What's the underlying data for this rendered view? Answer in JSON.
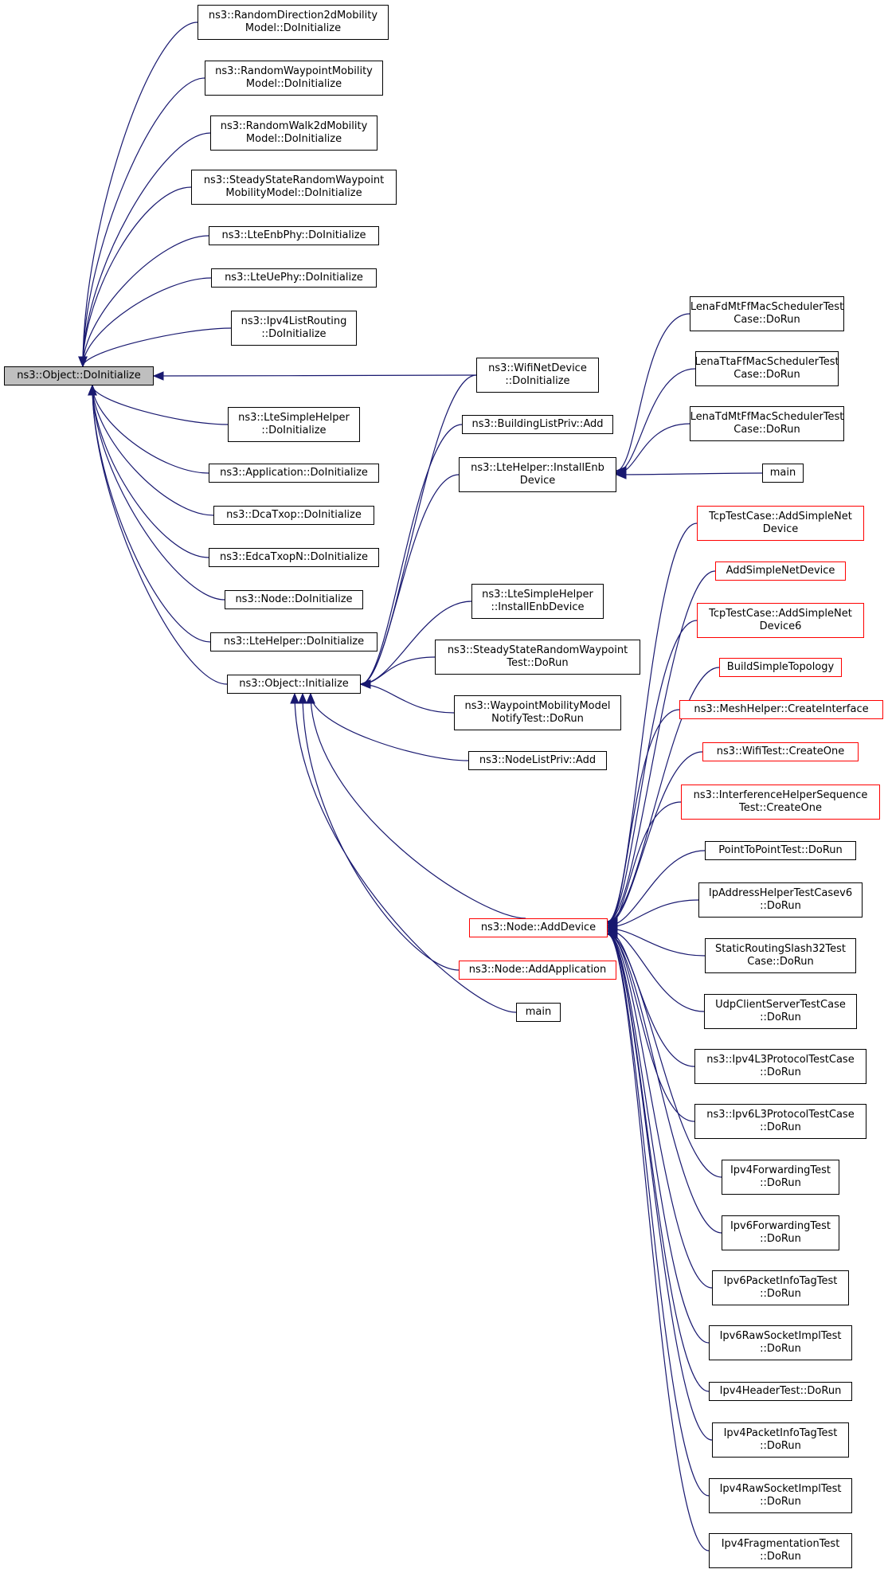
{
  "colors": {
    "edge": "#191970",
    "border": "#000000",
    "truncated_border": "#ff0000",
    "root_fill": "#bfbfbf",
    "background": "#ffffff"
  },
  "nodes": [
    {
      "id": "root",
      "lines": [
        "ns3::Object::DoInitialize"
      ],
      "style": "root"
    },
    {
      "id": "rd2d",
      "lines": [
        "ns3::RandomDirection2dMobility",
        "Model::DoInitialize"
      ]
    },
    {
      "id": "rwp",
      "lines": [
        "ns3::RandomWaypointMobility",
        "Model::DoInitialize"
      ]
    },
    {
      "id": "rw2d",
      "lines": [
        "ns3::RandomWalk2dMobility",
        "Model::DoInitialize"
      ]
    },
    {
      "id": "ssrwp",
      "lines": [
        "ns3::SteadyStateRandomWaypoint",
        "MobilityModel::DoInitialize"
      ]
    },
    {
      "id": "lteenbphy",
      "lines": [
        "ns3::LteEnbPhy::DoInitialize"
      ]
    },
    {
      "id": "lteuephy",
      "lines": [
        "ns3::LteUePhy::DoInitialize"
      ]
    },
    {
      "id": "ipv4lr",
      "lines": [
        "ns3::Ipv4ListRouting",
        "::DoInitialize"
      ]
    },
    {
      "id": "ltesh",
      "lines": [
        "ns3::LteSimpleHelper",
        "::DoInitialize"
      ]
    },
    {
      "id": "app",
      "lines": [
        "ns3::Application::DoInitialize"
      ]
    },
    {
      "id": "dca",
      "lines": [
        "ns3::DcaTxop::DoInitialize"
      ]
    },
    {
      "id": "edca",
      "lines": [
        "ns3::EdcaTxopN::DoInitialize"
      ]
    },
    {
      "id": "nodedi",
      "lines": [
        "ns3::Node::DoInitialize"
      ]
    },
    {
      "id": "ltehdi",
      "lines": [
        "ns3::LteHelper::DoInitialize"
      ]
    },
    {
      "id": "objinit",
      "lines": [
        "ns3::Object::Initialize"
      ]
    },
    {
      "id": "wifind",
      "lines": [
        "ns3::WifiNetDevice",
        "::DoInitialize"
      ]
    },
    {
      "id": "blp",
      "lines": [
        "ns3::BuildingListPriv::Add"
      ]
    },
    {
      "id": "lteinst",
      "lines": [
        "ns3::LteHelper::InstallEnb",
        "Device"
      ]
    },
    {
      "id": "ltesinst",
      "lines": [
        "ns3::LteSimpleHelper",
        "::InstallEnbDevice"
      ]
    },
    {
      "id": "ssrwpt",
      "lines": [
        "ns3::SteadyStateRandomWaypoint",
        "Test::DoRun"
      ]
    },
    {
      "id": "wmmn",
      "lines": [
        "ns3::WaypointMobilityModel",
        "NotifyTest::DoRun"
      ]
    },
    {
      "id": "nlp",
      "lines": [
        "ns3::NodeListPriv::Add"
      ]
    },
    {
      "id": "adddev",
      "lines": [
        "ns3::Node::AddDevice"
      ],
      "style": "red"
    },
    {
      "id": "addapp",
      "lines": [
        "ns3::Node::AddApplication"
      ],
      "style": "red"
    },
    {
      "id": "main1",
      "lines": [
        "main"
      ]
    },
    {
      "id": "lenafd",
      "lines": [
        "LenaFdMtFfMacSchedulerTest",
        "Case::DoRun"
      ]
    },
    {
      "id": "lenatta",
      "lines": [
        "LenaTtaFfMacSchedulerTest",
        "Case::DoRun"
      ]
    },
    {
      "id": "lenatd",
      "lines": [
        "LenaTdMtFfMacSchedulerTest",
        "Case::DoRun"
      ]
    },
    {
      "id": "main2",
      "lines": [
        "main"
      ]
    },
    {
      "id": "tcpadd",
      "lines": [
        "TcpTestCase::AddSimpleNet",
        "Device"
      ],
      "style": "red"
    },
    {
      "id": "addsnd",
      "lines": [
        "AddSimpleNetDevice"
      ],
      "style": "red"
    },
    {
      "id": "tcpadd6",
      "lines": [
        "TcpTestCase::AddSimpleNet",
        "Device6"
      ],
      "style": "red"
    },
    {
      "id": "bst",
      "lines": [
        "BuildSimpleTopology"
      ],
      "style": "red"
    },
    {
      "id": "mesh",
      "lines": [
        "ns3::MeshHelper::CreateInterface"
      ],
      "style": "red"
    },
    {
      "id": "wifitest",
      "lines": [
        "ns3::WifiTest::CreateOne"
      ],
      "style": "red"
    },
    {
      "id": "ihs",
      "lines": [
        "ns3::InterferenceHelperSequence",
        "Test::CreateOne"
      ],
      "style": "red"
    },
    {
      "id": "p2p",
      "lines": [
        "PointToPointTest::DoRun"
      ]
    },
    {
      "id": "ipah6",
      "lines": [
        "IpAddressHelperTestCasev6",
        "::DoRun"
      ]
    },
    {
      "id": "srs32",
      "lines": [
        "StaticRoutingSlash32Test",
        "Case::DoRun"
      ]
    },
    {
      "id": "udpcs",
      "lines": [
        "UdpClientServerTestCase",
        "::DoRun"
      ]
    },
    {
      "id": "ipv4l3",
      "lines": [
        "ns3::Ipv4L3ProtocolTestCase",
        "::DoRun"
      ]
    },
    {
      "id": "ipv6l3",
      "lines": [
        "ns3::Ipv6L3ProtocolTestCase",
        "::DoRun"
      ]
    },
    {
      "id": "ipv4fwd",
      "lines": [
        "Ipv4ForwardingTest",
        "::DoRun"
      ]
    },
    {
      "id": "ipv6fwd",
      "lines": [
        "Ipv6ForwardingTest",
        "::DoRun"
      ]
    },
    {
      "id": "ipv6pit",
      "lines": [
        "Ipv6PacketInfoTagTest",
        "::DoRun"
      ]
    },
    {
      "id": "ipv6raw",
      "lines": [
        "Ipv6RawSocketImplTest",
        "::DoRun"
      ]
    },
    {
      "id": "ipv4hdr",
      "lines": [
        "Ipv4HeaderTest::DoRun"
      ]
    },
    {
      "id": "ipv4pit",
      "lines": [
        "Ipv4PacketInfoTagTest",
        "::DoRun"
      ]
    },
    {
      "id": "ipv4raw",
      "lines": [
        "Ipv4RawSocketImplTest",
        "::DoRun"
      ]
    },
    {
      "id": "ipv4frag",
      "lines": [
        "Ipv4FragmentationTest",
        "::DoRun"
      ]
    }
  ],
  "edges": [
    {
      "from": "rd2d",
      "to": "root"
    },
    {
      "from": "rwp",
      "to": "root"
    },
    {
      "from": "rw2d",
      "to": "root"
    },
    {
      "from": "ssrwp",
      "to": "root"
    },
    {
      "from": "lteenbphy",
      "to": "root"
    },
    {
      "from": "lteuephy",
      "to": "root"
    },
    {
      "from": "ipv4lr",
      "to": "root"
    },
    {
      "from": "wifind",
      "to": "root"
    },
    {
      "from": "ltesh",
      "to": "root"
    },
    {
      "from": "app",
      "to": "root"
    },
    {
      "from": "dca",
      "to": "root"
    },
    {
      "from": "edca",
      "to": "root"
    },
    {
      "from": "nodedi",
      "to": "root"
    },
    {
      "from": "ltehdi",
      "to": "root"
    },
    {
      "from": "objinit",
      "to": "root"
    },
    {
      "from": "wifind",
      "to": "objinit"
    },
    {
      "from": "blp",
      "to": "objinit"
    },
    {
      "from": "lteinst",
      "to": "objinit"
    },
    {
      "from": "ltesinst",
      "to": "objinit"
    },
    {
      "from": "ssrwpt",
      "to": "objinit"
    },
    {
      "from": "wmmn",
      "to": "objinit"
    },
    {
      "from": "nlp",
      "to": "objinit"
    },
    {
      "from": "adddev",
      "to": "objinit"
    },
    {
      "from": "addapp",
      "to": "objinit"
    },
    {
      "from": "main1",
      "to": "objinit"
    },
    {
      "from": "lenafd",
      "to": "lteinst"
    },
    {
      "from": "lenatta",
      "to": "lteinst"
    },
    {
      "from": "lenatd",
      "to": "lteinst"
    },
    {
      "from": "main2",
      "to": "lteinst"
    },
    {
      "from": "tcpadd",
      "to": "adddev"
    },
    {
      "from": "addsnd",
      "to": "adddev"
    },
    {
      "from": "tcpadd6",
      "to": "adddev"
    },
    {
      "from": "bst",
      "to": "adddev"
    },
    {
      "from": "mesh",
      "to": "adddev"
    },
    {
      "from": "wifitest",
      "to": "adddev"
    },
    {
      "from": "ihs",
      "to": "adddev"
    },
    {
      "from": "p2p",
      "to": "adddev"
    },
    {
      "from": "ipah6",
      "to": "adddev"
    },
    {
      "from": "srs32",
      "to": "adddev"
    },
    {
      "from": "udpcs",
      "to": "adddev"
    },
    {
      "from": "ipv4l3",
      "to": "adddev"
    },
    {
      "from": "ipv6l3",
      "to": "adddev"
    },
    {
      "from": "ipv4fwd",
      "to": "adddev"
    },
    {
      "from": "ipv6fwd",
      "to": "adddev"
    },
    {
      "from": "ipv6pit",
      "to": "adddev"
    },
    {
      "from": "ipv6raw",
      "to": "adddev"
    },
    {
      "from": "ipv4hdr",
      "to": "adddev"
    },
    {
      "from": "ipv4pit",
      "to": "adddev"
    },
    {
      "from": "ipv4raw",
      "to": "adddev"
    },
    {
      "from": "ipv4frag",
      "to": "adddev"
    }
  ]
}
